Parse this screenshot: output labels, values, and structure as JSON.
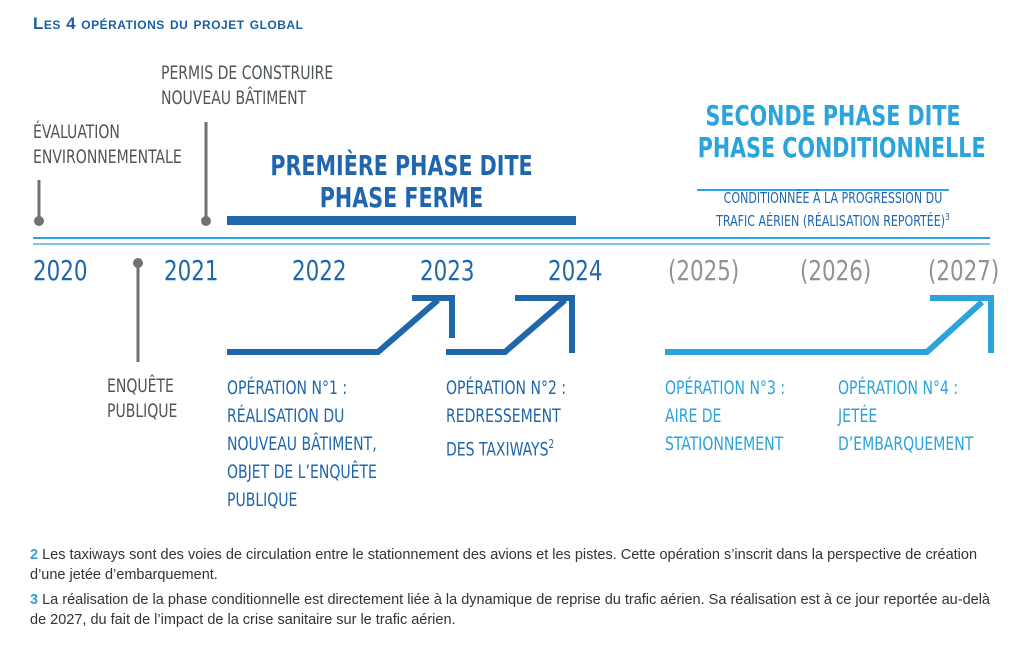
{
  "title": "Les 4 opérations du projet global",
  "milestones": {
    "evaluation": [
      "Évaluation",
      "environnementale"
    ],
    "permis": [
      "Permis de construire",
      "nouveau bâtiment"
    ],
    "enquete": [
      "Enquête",
      "publique"
    ]
  },
  "phase1": {
    "line1": "PREMIÈRE PHASE DITE",
    "line2": "PHASE FERME"
  },
  "phase2": {
    "line1": "SECONDE PHASE DITE",
    "line2": "PHASE CONDITIONNELLE",
    "sub1": "CONDITIONNÉE À LA PROGRESSION DU",
    "sub2": "TRAFIC AÉRIEN (RÉALISATION REPORTÉE)",
    "sub_sup": "3"
  },
  "years": [
    "2020",
    "2021",
    "2022",
    "2023",
    "2024",
    "(2025)",
    "(2026)",
    "(2027)"
  ],
  "operations": [
    {
      "lines": [
        "Opération n°1 :",
        "Réalisation du",
        "nouveau bâtiment,",
        "objet de l’enquête",
        "publique"
      ]
    },
    {
      "lines": [
        "Opération n°2 :",
        "Redressement",
        "des taxiways"
      ],
      "sup": "2"
    },
    {
      "lines": [
        "Opération n°3 :",
        "aire de",
        "stationnement"
      ]
    },
    {
      "lines": [
        "Opération n°4 :",
        "jetée",
        "d’embarquement"
      ]
    }
  ],
  "footnotes": [
    {
      "num": "2",
      "text": "Les taxiways sont des voies de circulation entre le stationnement des avions et les pistes. Cette opération s’inscrit dans la perspective de création d’une jetée d’embarquement."
    },
    {
      "num": "3",
      "text": "La réalisation de la phase conditionnelle est directement liée à la dynamique de reprise du trafic aérien. Sa réalisation est à ce jour reportée au-delà de 2027, du fait de l’impact de la crise sanitaire sur le trafic aérien."
    }
  ],
  "colors": {
    "dark_blue": "#1f66ad",
    "light_blue": "#2ba3dc",
    "grey": "#6e7275"
  }
}
